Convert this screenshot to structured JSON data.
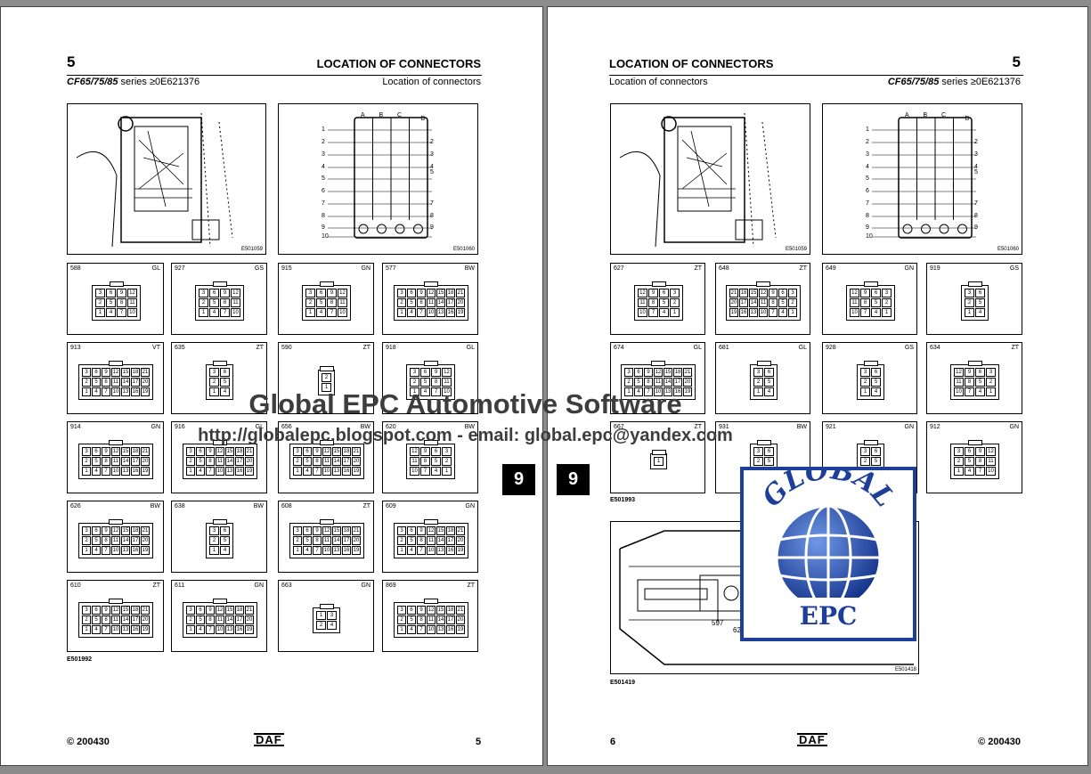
{
  "left_page": {
    "chapter": "5",
    "title": "LOCATION OF CONNECTORS",
    "series_model": "CF65/75/85",
    "series_rest": " series ≥0E621376",
    "subtitle": "Location of connectors",
    "overview_fig_1": "E501059",
    "overview_fig_2": "E501060",
    "grid_letters": [
      "A",
      "B",
      "C",
      "D"
    ],
    "grid_rows_left": [
      "1",
      "2",
      "3",
      "4",
      "5",
      "6",
      "7",
      "8",
      "9",
      "10"
    ],
    "grid_rows_right": [
      "2",
      "3",
      "4",
      "5",
      "7",
      "8",
      "9"
    ],
    "connectors": [
      {
        "num": "588",
        "color": "GL",
        "pins": [
          "3",
          "6",
          "9",
          "12",
          "2",
          "5",
          "8",
          "11",
          "1",
          "4",
          "7",
          "10"
        ],
        "cols": 4
      },
      {
        "num": "927",
        "color": "GS",
        "pins": [
          "3",
          "6",
          "9",
          "12",
          "2",
          "5",
          "8",
          "11",
          "1",
          "4",
          "7",
          "10"
        ],
        "cols": 4
      },
      {
        "num": "915",
        "color": "GN",
        "pins": [
          "3",
          "6",
          "9",
          "12",
          "2",
          "5",
          "8",
          "11",
          "1",
          "4",
          "7",
          "10"
        ],
        "cols": 4
      },
      {
        "num": "577",
        "color": "BW",
        "pins": [
          "3",
          "6",
          "9",
          "12",
          "15",
          "18",
          "21",
          "2",
          "5",
          "8",
          "11",
          "14",
          "17",
          "20",
          "1",
          "4",
          "7",
          "10",
          "13",
          "16",
          "19"
        ],
        "cols": 7
      },
      {
        "num": "913",
        "color": "VT",
        "pins": [
          "3",
          "6",
          "9",
          "12",
          "15",
          "18",
          "21",
          "2",
          "5",
          "8",
          "11",
          "14",
          "17",
          "20",
          "1",
          "4",
          "7",
          "10",
          "13",
          "16",
          "19"
        ],
        "cols": 7
      },
      {
        "num": "635",
        "color": "ZT",
        "pins": [
          "3",
          "6",
          "2",
          "5",
          "1",
          "4"
        ],
        "cols": 2
      },
      {
        "num": "590",
        "color": "ZT",
        "pins": [
          "2",
          "1"
        ],
        "cols": 1
      },
      {
        "num": "918",
        "color": "GL",
        "pins": [
          "3",
          "6",
          "9",
          "12",
          "2",
          "5",
          "8",
          "11",
          "1",
          "4",
          "7",
          "10"
        ],
        "cols": 4
      },
      {
        "num": "914",
        "color": "GN",
        "pins": [
          "3",
          "6",
          "9",
          "12",
          "15",
          "18",
          "21",
          "2",
          "5",
          "8",
          "11",
          "14",
          "17",
          "20",
          "1",
          "4",
          "7",
          "10",
          "13",
          "16",
          "19"
        ],
        "cols": 7
      },
      {
        "num": "916",
        "color": "GL",
        "pins": [
          "3",
          "6",
          "9",
          "12",
          "15",
          "18",
          "21",
          "2",
          "5",
          "8",
          "11",
          "14",
          "17",
          "20",
          "1",
          "4",
          "7",
          "10",
          "13",
          "16",
          "19"
        ],
        "cols": 7
      },
      {
        "num": "656",
        "color": "BW",
        "pins": [
          "3",
          "6",
          "9",
          "12",
          "15",
          "18",
          "21",
          "2",
          "5",
          "8",
          "11",
          "14",
          "17",
          "20",
          "1",
          "4",
          "7",
          "10",
          "13",
          "16",
          "19"
        ],
        "cols": 7
      },
      {
        "num": "620",
        "color": "BW",
        "pins": [
          "12",
          "9",
          "6",
          "3",
          "11",
          "8",
          "5",
          "2",
          "10",
          "7",
          "4",
          "1"
        ],
        "cols": 4
      },
      {
        "num": "626",
        "color": "BW",
        "pins": [
          "3",
          "6",
          "9",
          "12",
          "15",
          "18",
          "21",
          "2",
          "5",
          "8",
          "11",
          "14",
          "17",
          "20",
          "1",
          "4",
          "7",
          "10",
          "13",
          "16",
          "19"
        ],
        "cols": 7
      },
      {
        "num": "638",
        "color": "BW",
        "pins": [
          "3",
          "6",
          "2",
          "5",
          "1",
          "4"
        ],
        "cols": 2
      },
      {
        "num": "608",
        "color": "ZT",
        "pins": [
          "3",
          "6",
          "9",
          "12",
          "15",
          "18",
          "21",
          "2",
          "5",
          "8",
          "11",
          "14",
          "17",
          "20",
          "1",
          "4",
          "7",
          "10",
          "13",
          "16",
          "19"
        ],
        "cols": 7
      },
      {
        "num": "609",
        "color": "GN",
        "pins": [
          "3",
          "6",
          "9",
          "12",
          "15",
          "18",
          "21",
          "2",
          "5",
          "8",
          "11",
          "14",
          "17",
          "20",
          "1",
          "4",
          "7",
          "10",
          "13",
          "16",
          "19"
        ],
        "cols": 7
      },
      {
        "num": "610",
        "color": "ZT",
        "pins": [
          "3",
          "6",
          "9",
          "12",
          "15",
          "18",
          "21",
          "2",
          "5",
          "8",
          "11",
          "14",
          "17",
          "20",
          "1",
          "4",
          "7",
          "10",
          "13",
          "16",
          "19"
        ],
        "cols": 7
      },
      {
        "num": "611",
        "color": "GN",
        "pins": [
          "3",
          "6",
          "9",
          "12",
          "15",
          "18",
          "21",
          "2",
          "5",
          "8",
          "11",
          "14",
          "17",
          "20",
          "1",
          "4",
          "7",
          "10",
          "13",
          "16",
          "19"
        ],
        "cols": 7
      },
      {
        "num": "663",
        "color": "GN",
        "pins": [
          "1",
          "3",
          "2",
          "4"
        ],
        "cols": 2
      },
      {
        "num": "869",
        "color": "ZT",
        "pins": [
          "3",
          "6",
          "9",
          "12",
          "15",
          "18",
          "21",
          "2",
          "5",
          "8",
          "11",
          "14",
          "17",
          "20",
          "1",
          "4",
          "7",
          "10",
          "13",
          "16",
          "19"
        ],
        "cols": 7
      }
    ],
    "figure_ref": "E501992",
    "copyright": "© 200430",
    "brand": "DAF",
    "page_number": "5"
  },
  "right_page": {
    "chapter": "5",
    "title": "LOCATION OF CONNECTORS",
    "series_model": "CF65/75/85",
    "series_rest": " series ≥0E621376",
    "subtitle": "Location of connectors",
    "overview_fig_1": "E501059",
    "overview_fig_2": "E501060",
    "connectors": [
      {
        "num": "627",
        "color": "ZT",
        "pins": [
          "12",
          "9",
          "6",
          "3",
          "11",
          "8",
          "5",
          "2",
          "10",
          "7",
          "4",
          "1"
        ],
        "cols": 4
      },
      {
        "num": "648",
        "color": "ZT",
        "pins": [
          "21",
          "18",
          "15",
          "12",
          "9",
          "6",
          "3",
          "20",
          "17",
          "14",
          "11",
          "8",
          "5",
          "2",
          "19",
          "16",
          "13",
          "10",
          "7",
          "4",
          "1"
        ],
        "cols": 7
      },
      {
        "num": "649",
        "color": "GN",
        "pins": [
          "12",
          "9",
          "6",
          "3",
          "11",
          "8",
          "5",
          "2",
          "10",
          "7",
          "4",
          "1"
        ],
        "cols": 4
      },
      {
        "num": "919",
        "color": "GS",
        "pins": [
          "3",
          "6",
          "2",
          "5",
          "1",
          "4"
        ],
        "cols": 2
      },
      {
        "num": "674",
        "color": "GL",
        "pins": [
          "3",
          "6",
          "9",
          "12",
          "15",
          "18",
          "21",
          "2",
          "5",
          "8",
          "11",
          "14",
          "17",
          "20",
          "1",
          "4",
          "7",
          "10",
          "13",
          "16",
          "19"
        ],
        "cols": 7
      },
      {
        "num": "681",
        "color": "GL",
        "pins": [
          "3",
          "6",
          "2",
          "5",
          "1",
          "4"
        ],
        "cols": 2
      },
      {
        "num": "928",
        "color": "GS",
        "pins": [
          "3",
          "6",
          "2",
          "5",
          "1",
          "4"
        ],
        "cols": 2
      },
      {
        "num": "634",
        "color": "ZT",
        "pins": [
          "12",
          "9",
          "6",
          "3",
          "11",
          "8",
          "5",
          "2",
          "10",
          "7",
          "4",
          "1"
        ],
        "cols": 4
      },
      {
        "num": "667",
        "color": "ZT",
        "pins": [
          "1"
        ],
        "cols": 1
      },
      {
        "num": "931",
        "color": "BW",
        "pins": [
          "3",
          "6",
          "2",
          "5",
          "1",
          "4"
        ],
        "cols": 2
      },
      {
        "num": "921",
        "color": "GN",
        "pins": [
          "3",
          "6",
          "2",
          "5",
          "1",
          "4"
        ],
        "cols": 2
      },
      {
        "num": "912",
        "color": "GN",
        "pins": [
          "3",
          "6",
          "9",
          "12",
          "2",
          "5",
          "8",
          "11",
          "1",
          "4",
          "7",
          "10"
        ],
        "cols": 4
      }
    ],
    "figure_ref_1": "E501993",
    "dash_label_1": "597",
    "dash_label_2": "62",
    "dash_fig": "E501418",
    "figure_ref_2": "E501419",
    "copyright": "© 200430",
    "brand": "DAF",
    "page_number": "6"
  },
  "page_tabs": {
    "left": "9",
    "right": "9"
  },
  "watermark": {
    "title": "Global EPC Automotive Software",
    "subtitle": "http://globalepc.blogspot.com - email: global.epc@yandex.com"
  },
  "logo": {
    "top_text": "GLOBAL",
    "bottom_text": "EPC",
    "primary_color": "#1d3f9a"
  }
}
